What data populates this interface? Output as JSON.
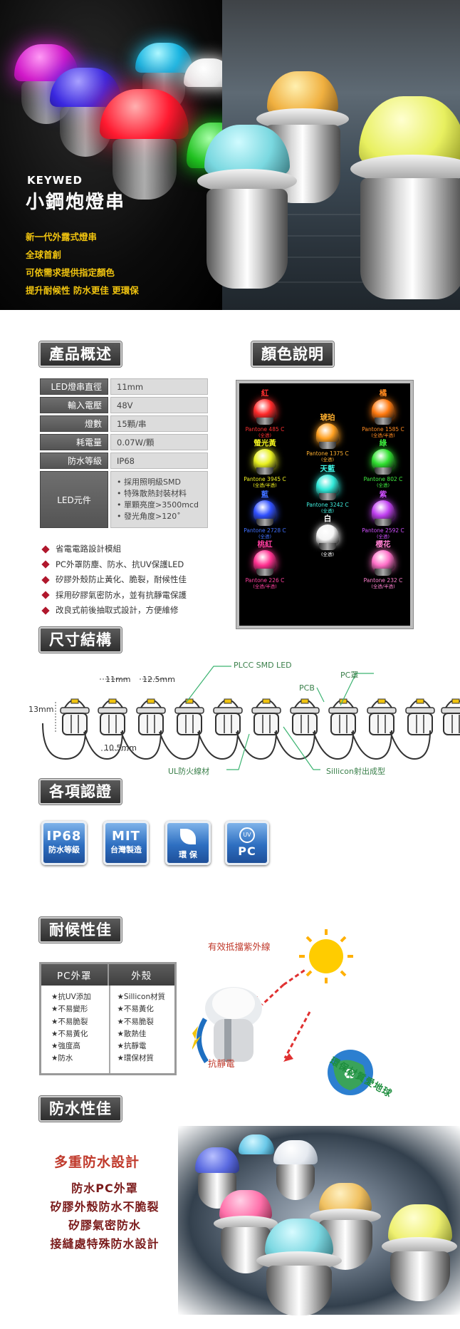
{
  "hero": {
    "brand": "KEYWED",
    "title": "小鋼炮燈串",
    "lines": [
      "新一代外露式燈串",
      "全球首創",
      "可依需求提供指定顏色",
      "提升耐候性 防水更佳 更環保"
    ]
  },
  "sections": {
    "overview": "產品概述",
    "colors": "顏色說明",
    "size": "尺寸結構",
    "cert": "各項認證",
    "weather": "耐候性佳",
    "water": "防水性佳"
  },
  "spec": [
    {
      "k": "LED燈串直徑",
      "v": "11mm"
    },
    {
      "k": "輸入電壓",
      "v": "48V"
    },
    {
      "k": "燈數",
      "v": "15顆/串"
    },
    {
      "k": "耗電量",
      "v": "0.07W/顆"
    },
    {
      "k": "防水等級",
      "v": "IP68"
    }
  ],
  "led_element": {
    "k": "LED元件",
    "items": [
      "• 採用照明級SMD",
      "• 特殊散熱封裝材料",
      "• 單顆亮度>3500mcd",
      "• 發光角度>120˚"
    ]
  },
  "features": [
    "省電電路設計模組",
    "PC外罩防塵、防水、抗UV保護LED",
    "矽膠外殼防止黃化、脆裂，耐候性佳",
    "採用矽膠氣密防水，並有抗靜電保護",
    "改良式前後抽取式設計，方便維修"
  ],
  "swatches": [
    {
      "name": "紅",
      "pantone": "Pantone 485 C",
      "sub": "(全透)",
      "color": "#ff2a2a",
      "name_color": "#ff3030"
    },
    {
      "name": "琥珀",
      "pantone": "Pantone 1375 C",
      "sub": "(全透)",
      "color": "#ffa020",
      "name_color": "#ffb030"
    },
    {
      "name": "橘",
      "pantone": "Pantone 1585 C",
      "sub": "(全透/半透)",
      "color": "#ff7a10",
      "name_color": "#ff8a20"
    },
    {
      "name": "螢光黃",
      "pantone": "Pantone 3945 C",
      "sub": "(全透/半透)",
      "color": "#e8f020",
      "name_color": "#f0f020"
    },
    {
      "name": "天藍",
      "pantone": "Pantone 3242 C",
      "sub": "(全透)",
      "color": "#30e8d8",
      "name_color": "#40f0e0"
    },
    {
      "name": "綠",
      "pantone": "Pantone 802 C",
      "sub": "(全透)",
      "color": "#30e030",
      "name_color": "#40f040"
    },
    {
      "name": "藍",
      "pantone": "Pantone 2728 C",
      "sub": "(全透)",
      "color": "#3050ff",
      "name_color": "#4070ff"
    },
    {
      "name": "白",
      "pantone": "",
      "sub": "(全透)",
      "color": "#f4f4f4",
      "name_color": "#ffffff"
    },
    {
      "name": "紫",
      "pantone": "Pantone 2592 C",
      "sub": "(全透)",
      "color": "#c040f0",
      "name_color": "#d050ff"
    },
    {
      "name": "桃紅",
      "pantone": "Pantone 226 C",
      "sub": "(全透/半透)",
      "color": "#ff3090",
      "name_color": "#ff40a0"
    },
    {
      "name": "櫻花",
      "pantone": "Pantone 232 C",
      "sub": "(全透/半透)",
      "color": "#ff70c8",
      "name_color": "#ff80d0"
    }
  ],
  "dims": {
    "d1": "11mm",
    "d2": "12.5mm",
    "h": "13mm",
    "w": "10.5mm",
    "plcc": "PLCC SMD LED",
    "pc": "PC罩",
    "pcb": "PCB",
    "wire": "UL防火線材",
    "sil": "Sillicon射出成型"
  },
  "badges": [
    {
      "t1": "IP68",
      "t2": "防水等級"
    },
    {
      "t1": "MIT",
      "t2": "台灣製造"
    },
    {
      "t1": "",
      "t2": "環 保"
    },
    {
      "t1": "",
      "t2": "PC"
    }
  ],
  "weather": {
    "h1": "PC外罩",
    "h2": "外殼",
    "c1": [
      "★抗UV添加",
      "★不易變形",
      "★不易脆裂",
      "★不易黃化",
      "★強度高",
      "★防水"
    ],
    "c2": [
      "★Sillicon材質",
      "★不易黃化",
      "★不易脆裂",
      "★散熱佳",
      "★抗靜電",
      "★環保材質"
    ],
    "uv": "有效抵擋紫外線",
    "es": "抗靜電",
    "eco": "環保材質愛地球"
  },
  "water": {
    "title": "多重防水設計",
    "lines": [
      "防水PC外罩",
      "矽膠外殼防水不脆裂",
      "矽膠氣密防水",
      "接縫處特殊防水設計"
    ]
  }
}
